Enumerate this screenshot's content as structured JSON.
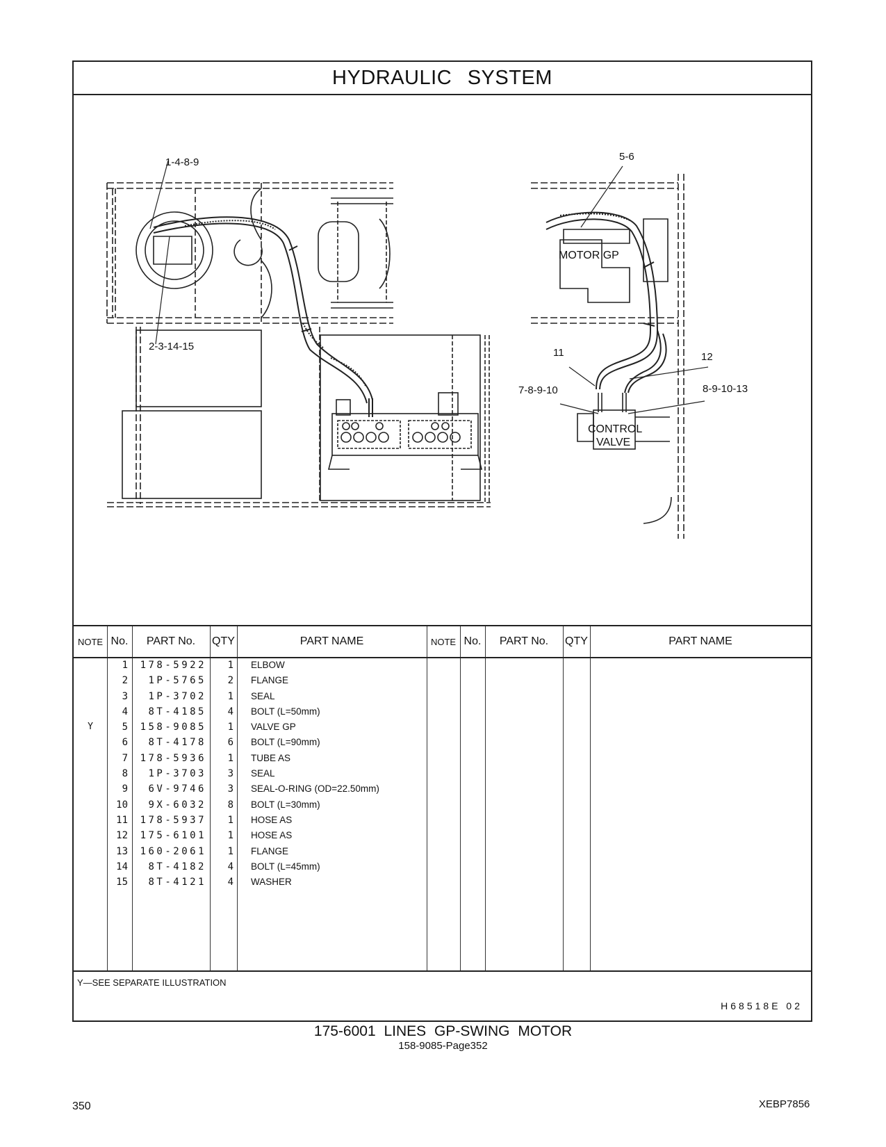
{
  "title": "HYDRAULIC   SYSTEM",
  "callouts": {
    "c1": "1-4-8-9",
    "c2": "2-3-14-15",
    "c3": "5-6",
    "c4": "MOTOR GP",
    "c5": "11",
    "c6": "12",
    "c7": "7-8-9-10",
    "c8": "8-9-10-13",
    "c9a": "CONTROL",
    "c9b": "VALVE"
  },
  "table": {
    "headers": [
      "NOTE",
      "No.",
      "PART No.",
      "QTY",
      "PART NAME"
    ],
    "rows": [
      {
        "note": "",
        "no": "1",
        "part": "178-5922",
        "qty": "1",
        "name": "ELBOW"
      },
      {
        "note": "",
        "no": "2",
        "part": "1P-5765",
        "qty": "2",
        "name": "FLANGE"
      },
      {
        "note": "",
        "no": "3",
        "part": "1P-3702",
        "qty": "1",
        "name": "SEAL"
      },
      {
        "note": "",
        "no": "4",
        "part": "8T-4185",
        "qty": "4",
        "name": "BOLT (L=50mm)"
      },
      {
        "note": "Y",
        "no": "5",
        "part": "158-9085",
        "qty": "1",
        "name": "VALVE  GP"
      },
      {
        "note": "",
        "no": "6",
        "part": "8T-4178",
        "qty": "6",
        "name": "BOLT (L=90mm)"
      },
      {
        "note": "",
        "no": "7",
        "part": "178-5936",
        "qty": "1",
        "name": "TUBE  AS"
      },
      {
        "note": "",
        "no": "8",
        "part": "1P-3703",
        "qty": "3",
        "name": "SEAL"
      },
      {
        "note": "",
        "no": "9",
        "part": "6V-9746",
        "qty": "3",
        "name": "SEAL-O-RING (OD=22.50mm)"
      },
      {
        "note": "",
        "no": "10",
        "part": "9X-6032",
        "qty": "8",
        "name": "BOLT (L=30mm)"
      },
      {
        "note": "",
        "no": "11",
        "part": "178-5937",
        "qty": "1",
        "name": "HOSE  AS"
      },
      {
        "note": "",
        "no": "12",
        "part": "175-6101",
        "qty": "1",
        "name": "HOSE  AS"
      },
      {
        "note": "",
        "no": "13",
        "part": "160-2061",
        "qty": "1",
        "name": "FLANGE"
      },
      {
        "note": "",
        "no": "14",
        "part": "8T-4182",
        "qty": "4",
        "name": "BOLT (L=45mm)"
      },
      {
        "note": "",
        "no": "15",
        "part": "8T-4121",
        "qty": "4",
        "name": "WASHER"
      }
    ]
  },
  "footnote": "Y—SEE  SEPARATE  ILLUSTRATION",
  "drawing_code": "H68518E   02",
  "caption": "175-6001   LINES  GP-SWING  MOTOR",
  "subcaption": "158-9085-Page352",
  "page_number": "350",
  "doc_id": "XEBP7856"
}
